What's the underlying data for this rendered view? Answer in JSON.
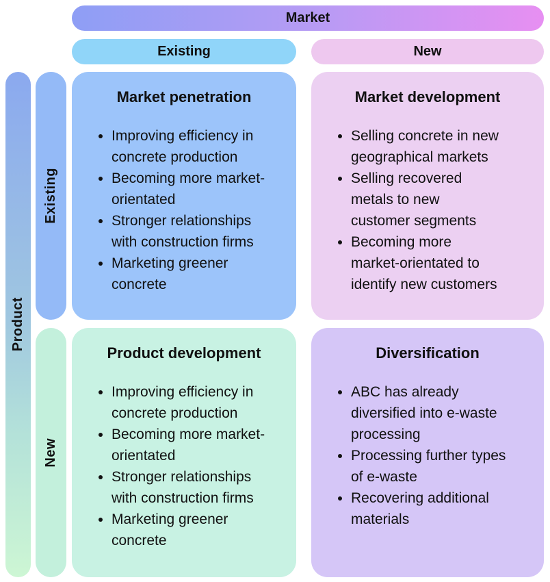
{
  "axes": {
    "market": {
      "label": "Market",
      "columns": [
        {
          "label": "Existing"
        },
        {
          "label": "New"
        }
      ]
    },
    "product": {
      "label": "Product",
      "rows": [
        {
          "label": "Existing"
        },
        {
          "label": "New"
        }
      ]
    }
  },
  "quadrants": {
    "market_penetration": {
      "title": "Market penetration",
      "bullets": [
        "Improving efficiency in\nconcrete production",
        "Becoming more market-\norientated",
        "Stronger relationships\nwith construction firms",
        "Marketing greener\nconcrete"
      ]
    },
    "market_development": {
      "title": "Market development",
      "bullets": [
        "Selling concrete in new\ngeographical markets",
        "Selling recovered\nmetals to new\ncustomer segments",
        "Becoming more\nmarket-orientated to\nidentify new customers"
      ]
    },
    "product_development": {
      "title": "Product development",
      "bullets": [
        "Improving efficiency in\nconcrete production",
        "Becoming more market-\norientated",
        "Stronger relationships\nwith construction firms",
        "Marketing greener\nconcrete"
      ]
    },
    "diversification": {
      "title": "Diversification",
      "bullets": [
        "ABC has already\ndiversified into e-waste\nprocessing",
        "Processing further types\nof e-waste",
        "Recovering additional\nmaterials"
      ]
    }
  },
  "colors": {
    "market_bar_start": "#8e9ef5",
    "market_bar_end": "#e78ff2",
    "column_existing": "#90d5f9",
    "column_new": "#eec8ef",
    "product_bar_top": "#8ba9ef",
    "product_bar_bottom": "#cdf6d4",
    "row_existing": "#94baf7",
    "row_new": "#c3f0dc",
    "quadrant_market_penetration": "#9cc4fa",
    "quadrant_market_development": "#ecd0f2",
    "quadrant_product_development": "#c8f2e3",
    "quadrant_diversification": "#d5c6f7",
    "text": "#111111"
  }
}
